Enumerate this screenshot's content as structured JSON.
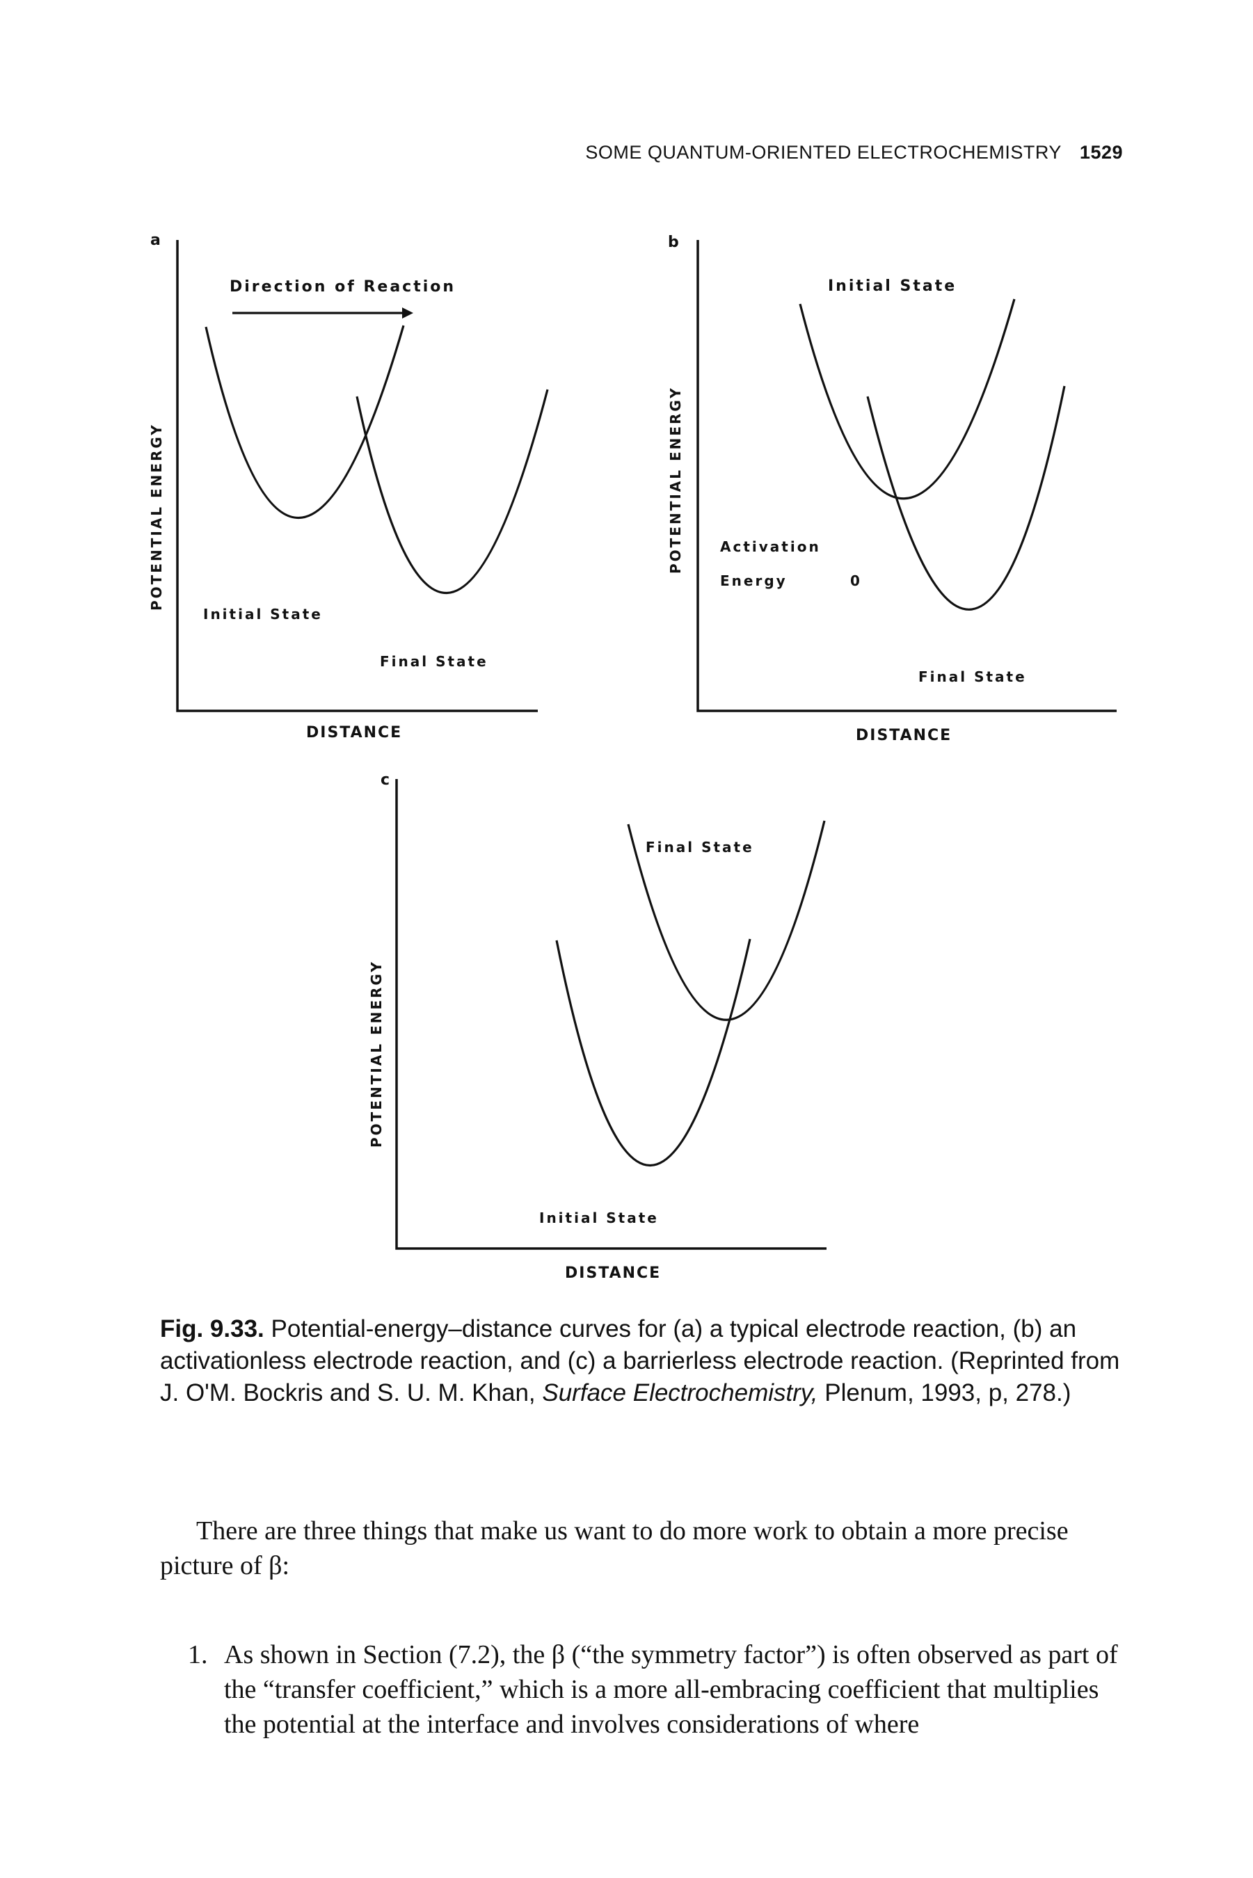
{
  "header": {
    "running_title": "SOME QUANTUM-ORIENTED ELECTROCHEMISTRY",
    "page_number": "1529"
  },
  "figure": {
    "panel_a": {
      "letter": "a",
      "direction_label": "Direction of Reaction",
      "y_label": "POTENTIAL ENERGY",
      "x_label": "DISTANCE",
      "initial_label": "Initial State",
      "final_label": "Final State"
    },
    "panel_b": {
      "letter": "b",
      "y_label": "POTENTIAL ENERGY",
      "x_label": "DISTANCE",
      "initial_label": "Initial State",
      "activation_label_1": "Activation",
      "activation_label_2": "Energy",
      "activation_value": "0",
      "final_label": "Final State"
    },
    "panel_c": {
      "letter": "c",
      "y_label": "POTENTIAL ENERGY",
      "x_label": "DISTANCE",
      "final_label": "Final State",
      "initial_label": "Initial State"
    }
  },
  "caption": {
    "fig_number": "Fig. 9.33.",
    "text_before_title": "Potential-energy–distance curves for (a) a typical electrode reaction, (b) an activationless electrode reaction, and (c) a barrierless electrode reaction. (Reprinted from J. O'M. Bockris and S. U. M. Khan,",
    "book_title": "Surface Electrochemistry,",
    "text_after_title": "Plenum, 1993, p, 278.)"
  },
  "body": {
    "paragraph": "There are three things that make us want to do more work to obtain a more precise picture of β:",
    "list_item_number": "1.",
    "list_item_text": "As shown in Section (7.2), the β (“the symmetry factor”) is often observed as part of the “transfer coefficient,” which is a more all-embracing coefficient that multiplies the potential at the interface and involves considerations of where"
  }
}
